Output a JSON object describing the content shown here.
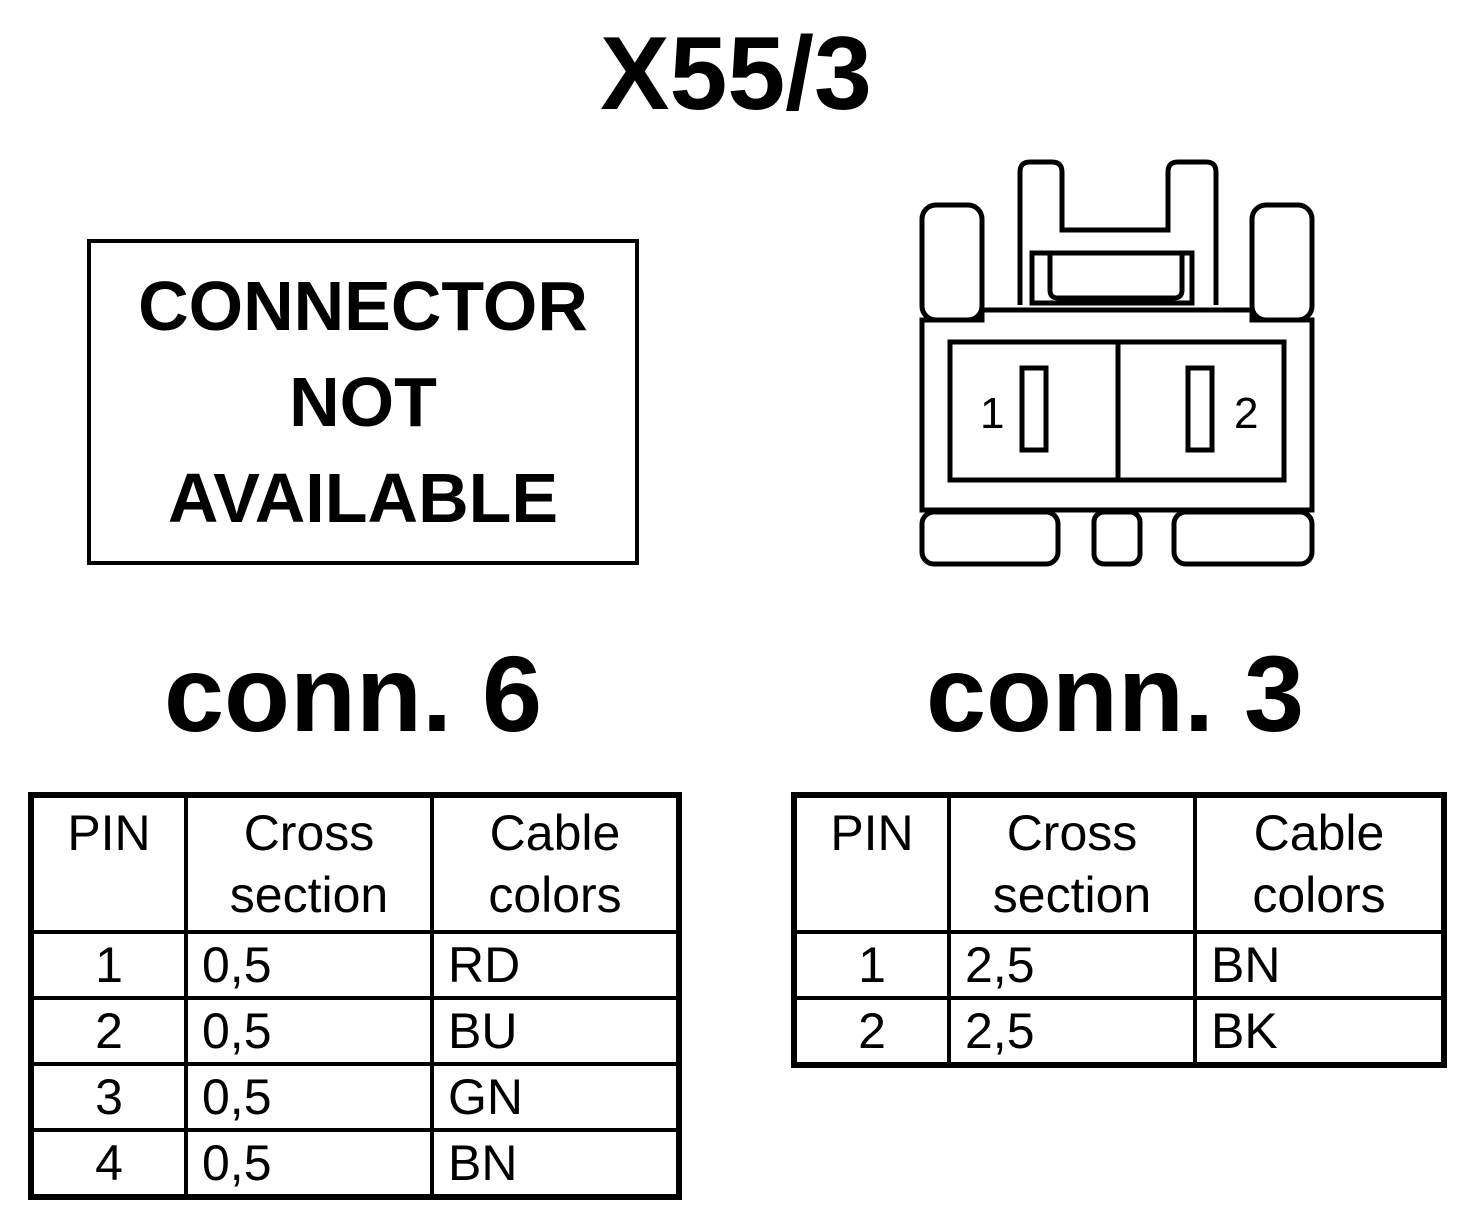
{
  "title": "X55/3",
  "left_panel": {
    "not_available": [
      "CONNECTOR",
      "NOT",
      "AVAILABLE"
    ],
    "label": "conn. 6"
  },
  "right_panel": {
    "pin_labels": [
      "1",
      "2"
    ],
    "label": "conn. 3"
  },
  "table_conn6": {
    "headers": {
      "pin": "PIN",
      "cross": [
        "Cross",
        "section"
      ],
      "colors": [
        "Cable",
        "colors"
      ]
    },
    "rows": [
      {
        "pin": "1",
        "cross": "0,5",
        "color": "RD"
      },
      {
        "pin": "2",
        "cross": "0,5",
        "color": "BU"
      },
      {
        "pin": "3",
        "cross": "0,5",
        "color": "GN"
      },
      {
        "pin": "4",
        "cross": "0,5",
        "color": "BN"
      }
    ]
  },
  "table_conn3": {
    "headers": {
      "pin": "PIN",
      "cross": [
        "Cross",
        "section"
      ],
      "colors": [
        "Cable",
        "colors"
      ]
    },
    "rows": [
      {
        "pin": "1",
        "cross": "2,5",
        "color": "BN"
      },
      {
        "pin": "2",
        "cross": "2,5",
        "color": "BK"
      }
    ]
  }
}
